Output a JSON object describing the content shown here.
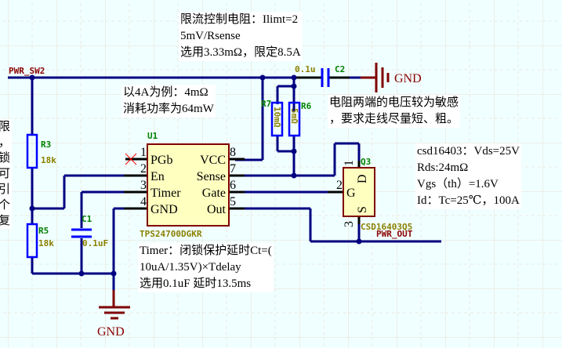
{
  "nets": {
    "pwr_sw2": "PWR_SW2",
    "pwr_out": "PWR_OUT",
    "gnd_top": "GND",
    "gnd_bottom": "GND"
  },
  "components": {
    "u1": {
      "designator": "U1",
      "part": "TPS24700DGKR",
      "pins_left": [
        {
          "num": "1",
          "name": "PGb"
        },
        {
          "num": "2",
          "name": "En"
        },
        {
          "num": "3",
          "name": "Timer"
        },
        {
          "num": "4",
          "name": "GND"
        }
      ],
      "pins_right": [
        {
          "num": "8",
          "name": "VCC"
        },
        {
          "num": "7",
          "name": "Sense"
        },
        {
          "num": "6",
          "name": "Gate"
        },
        {
          "num": "5",
          "name": "Out"
        }
      ]
    },
    "q3": {
      "designator": "Q3",
      "part": "CSD16403Q5",
      "pins": [
        {
          "num": "1",
          "name": "D"
        },
        {
          "num": "2",
          "name": "G"
        },
        {
          "num": "3",
          "name": "S"
        }
      ]
    },
    "r3": {
      "designator": "R3",
      "value": "18k"
    },
    "r5": {
      "designator": "R5",
      "value": "18k"
    },
    "r6": {
      "designator": "R6",
      "value": "5mΩ"
    },
    "r7": {
      "designator": "R7",
      "value": "10mΩ"
    },
    "c1": {
      "designator": "C1",
      "value": "0.1uF"
    },
    "c2": {
      "designator": "C2",
      "value": "0.1u"
    }
  },
  "notes": {
    "current_limit": "限流控制电阻：Ilimt=2\n5mV/Rsense\n选用3.33mΩ，限定8.5A",
    "power_example": "以4A为例：4mΩ\n消耗功率为64mW",
    "sense_routing": "电阻两端的电压较为敏感\n，要求走线尽量短、粗。",
    "mosfet_spec": "csd16403：Vds=25V\nRds:24mΩ\nVgs（th）=1.6V\nId：Tc=25℃，100A",
    "timer": "Timer：闭锁保护延时Ct=(\n10uA/1.35V)×Tdelay\n选用0.1uF 延时13.5ms",
    "left_clipped": "限\n，\n锁\n可\n引\n个\n复"
  },
  "colors": {
    "background": "#f0ffff",
    "grid": "#e8e8e0",
    "wire": "#000080",
    "component_outline": "#0000ff",
    "ic_fill": "#ffffc0",
    "ic_border": "#800000",
    "ground": "#800000",
    "no_connect": "#ff0000"
  }
}
